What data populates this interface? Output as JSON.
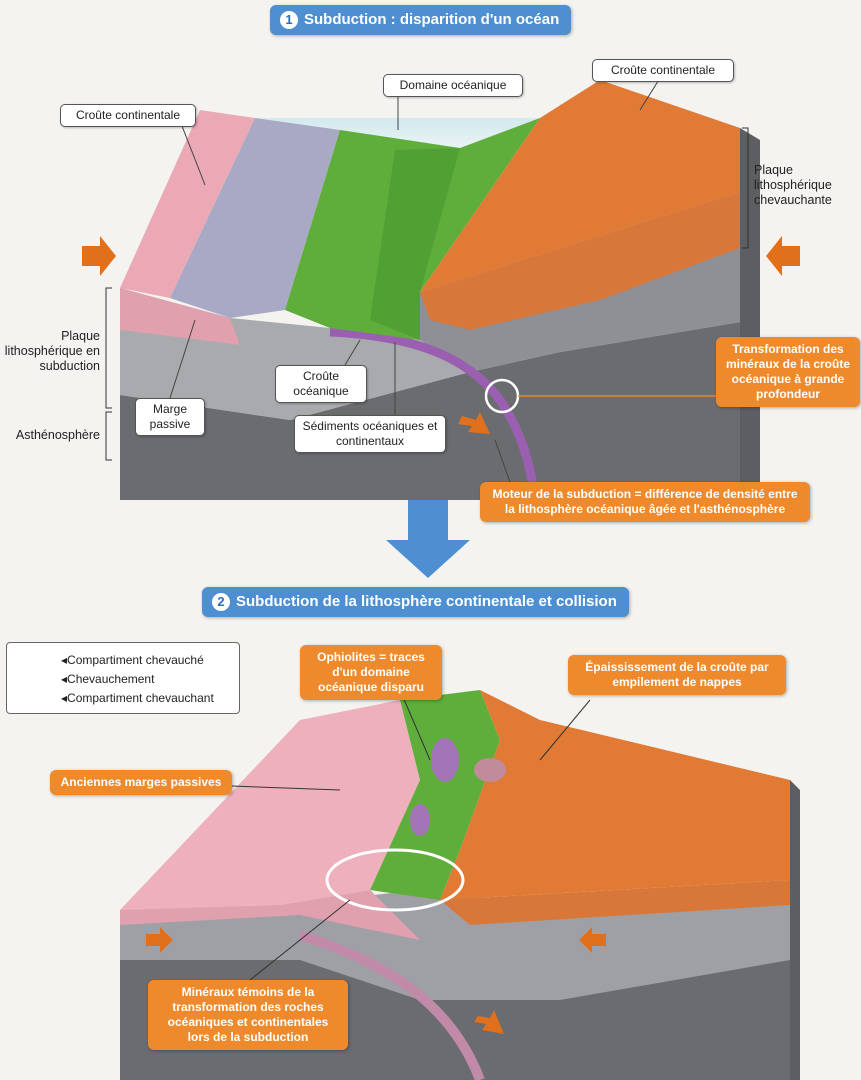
{
  "section1": {
    "number": "1",
    "title": "Subduction : disparition d'un océan"
  },
  "section2": {
    "number": "2",
    "title": "Subduction de la lithosphère continentale et collision"
  },
  "labels1": {
    "croute_continentale_left": "Croûte continentale",
    "domaine_oceanique": "Domaine océanique",
    "croute_continentale_right": "Croûte continentale",
    "plaque_chevauchante": "Plaque lithosphérique chevauchante",
    "plaque_subduction": "Plaque lithosphérique en subduction",
    "asthenosphere": "Asthénosphère",
    "marge_passive": "Marge passive",
    "croute_oceanique": "Croûte océanique",
    "sediments": "Sédiments océaniques et continentaux",
    "transformation": "Transformation des minéraux de la croûte océanique à grande profondeur",
    "moteur": "Moteur de la subduction = différence de densité entre la lithosphère océanique âgée et l'asthénosphère"
  },
  "legend": {
    "chevauche": "Compartiment chevauché",
    "chevauchement": "Chevauchement",
    "chevauchant": "Compartiment chevauchant"
  },
  "labels2": {
    "ophiolites": "Ophiolites = traces d'un domaine océanique disparu",
    "epaississement": "Épaississement de la croûte par empilement de nappes",
    "anciennes_marges": "Anciennes marges passives",
    "mineraux_temoins": "Minéraux témoins de la transformation des roches océaniques et continentales lors de la subduction"
  },
  "colors": {
    "pink": "#e8a8b4",
    "orange": "#e07a35",
    "green": "#5fae3c",
    "grey": "#9fa0a6",
    "purple": "#9a5fb0",
    "label_orange": "#ef8a2c",
    "title_blue": "#4d8fd1"
  }
}
